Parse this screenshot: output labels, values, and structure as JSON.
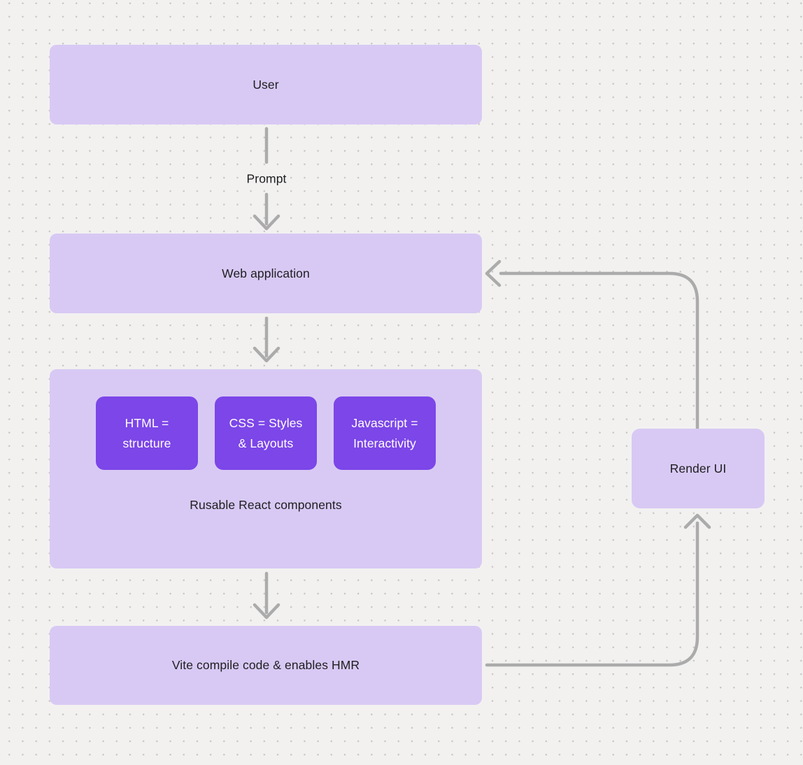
{
  "colors": {
    "background": "#f2f1f0",
    "dot": "#c9c6c3",
    "node_fill": "#d8c9f4",
    "chip_fill": "#7c46e8",
    "chip_text": "#ffffff",
    "text": "#1e1e20",
    "connector": "#ababab"
  },
  "diagram": {
    "nodes": {
      "user": {
        "label": "User"
      },
      "web_application": {
        "label": "Web application"
      },
      "components": {
        "caption": "Rusable React components",
        "chips": [
          {
            "label": "HTML = structure",
            "line1": "HTML =",
            "line2": "structure"
          },
          {
            "label": "CSS = Styles & Layouts",
            "line1": "CSS = Styles",
            "line2": "& Layouts"
          },
          {
            "label": "Javascript = Interactivity",
            "line1": "Javascript =",
            "line2": "Interactivity"
          }
        ]
      },
      "vite": {
        "label": "Vite compile code & enables HMR"
      },
      "render_ui": {
        "label": "Render UI"
      }
    },
    "edges": [
      {
        "from": "user",
        "to": "web_application",
        "label": "Prompt"
      },
      {
        "from": "web_application",
        "to": "components",
        "label": ""
      },
      {
        "from": "components",
        "to": "vite",
        "label": ""
      },
      {
        "from": "vite",
        "to": "render_ui",
        "label": ""
      },
      {
        "from": "render_ui",
        "to": "web_application",
        "label": ""
      }
    ]
  }
}
